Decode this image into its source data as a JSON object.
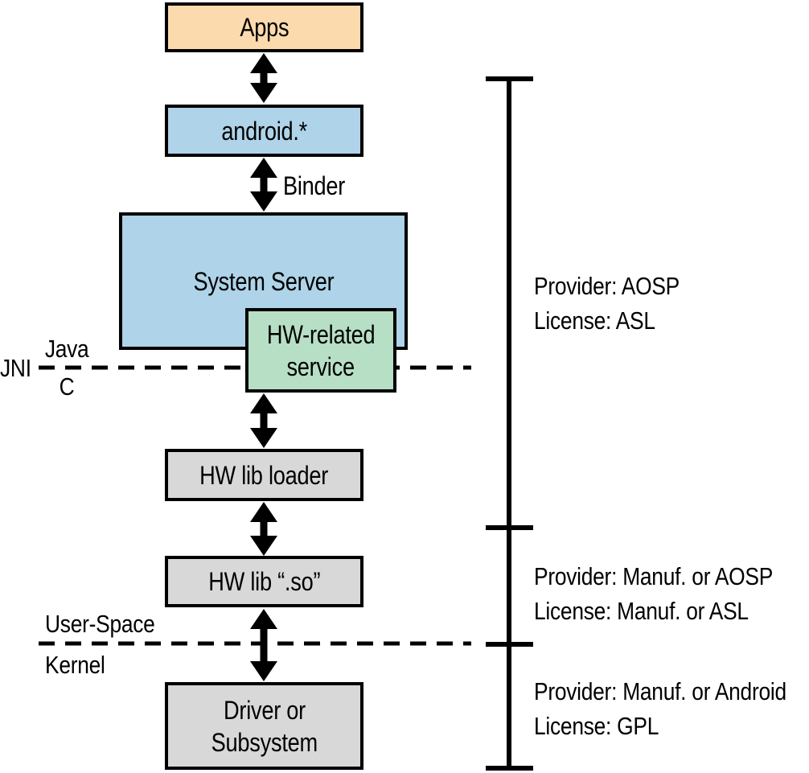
{
  "boxes": {
    "apps": {
      "label": "Apps",
      "fill": "#FBDBAE"
    },
    "android_api": {
      "label": "android.*",
      "fill": "#AFD3E8"
    },
    "system_server": {
      "label": "System Server",
      "fill": "#AFD3E8"
    },
    "hw_related_service": {
      "line1": "HW-related",
      "line2": "service",
      "fill": "#B7DFC6"
    },
    "hw_lib_loader": {
      "label": "HW lib loader",
      "fill": "#D8D8D8"
    },
    "hw_lib_so": {
      "label": "HW lib “.so”",
      "fill": "#D8D8D8"
    },
    "driver_or_subsystem": {
      "line1": "Driver or",
      "line2": "Subsystem",
      "fill": "#D8D8D8"
    }
  },
  "edge_labels": {
    "binder": "Binder"
  },
  "boundaries": {
    "jni": {
      "name": "JNI",
      "above": "Java",
      "below": "C"
    },
    "user_kernel": {
      "above": "User-Space",
      "below": "Kernel"
    }
  },
  "annotations": [
    {
      "provider": "Provider: AOSP",
      "license": "License: ASL"
    },
    {
      "provider": "Provider: Manuf. or AOSP",
      "license": "License: Manuf. or ASL"
    },
    {
      "provider": "Provider: Manuf. or Android",
      "license": "License: GPL"
    }
  ],
  "colors": {
    "background": "#FFFFFF",
    "box_border": "#000000",
    "arrow": "#000000",
    "dashed_line": "#000000",
    "bracket": "#000000"
  }
}
